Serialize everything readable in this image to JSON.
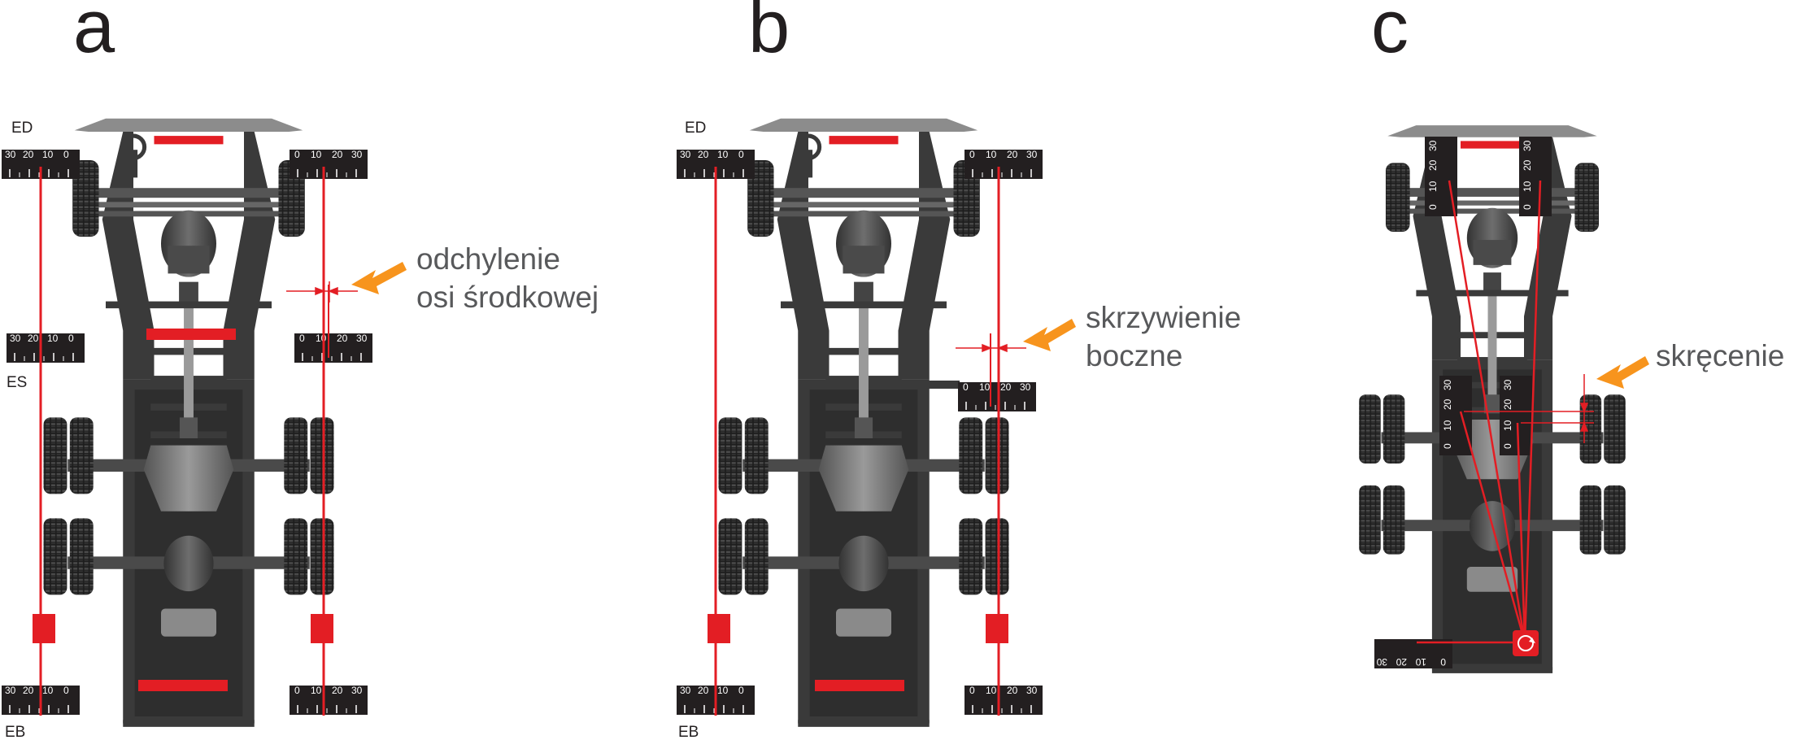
{
  "panels": [
    {
      "letter": "a",
      "stations": {
        "front": "ED",
        "middle": "ES",
        "rear": "EB"
      },
      "callout": [
        "odchylenie",
        "osi środkowej"
      ]
    },
    {
      "letter": "b",
      "stations": {
        "front": "ED",
        "rear": "EB"
      },
      "callout": [
        "skrzywienie",
        "boczne"
      ]
    },
    {
      "letter": "c",
      "callout": [
        "skręcenie"
      ]
    }
  ],
  "scales": {
    "left": [
      "30",
      "20",
      "10",
      "0"
    ],
    "right": [
      "0",
      "10",
      "20",
      "30"
    ]
  },
  "colors": {
    "frame": "#3a3a3a",
    "bumper": "#8c8c8c",
    "laser": "#e31e24",
    "arrow": "#f7941d",
    "scale": "#231f20",
    "text": "#58595b"
  },
  "icons": [
    "rotation-target-icon"
  ]
}
